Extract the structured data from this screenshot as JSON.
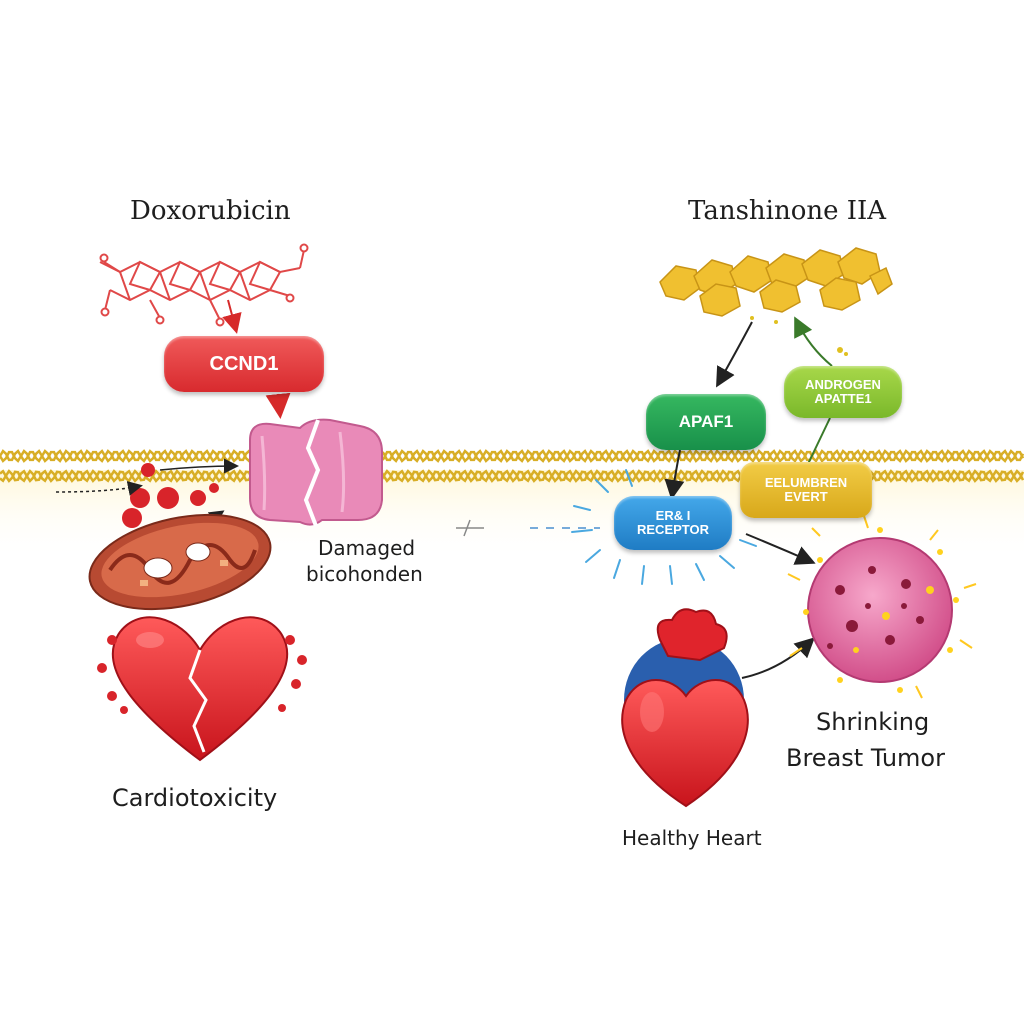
{
  "left": {
    "drug": "Doxorubicin",
    "gene": "CCND1",
    "damage_label_1": "Damaged",
    "damage_label_2": "bicohonden",
    "outcome": "Cardiotoxicity"
  },
  "right": {
    "drug": "Tanshinone IIA",
    "apaf1": "APAF1",
    "androgen_1": "ANDROGEN",
    "androgen_2": "APATTE1",
    "receptor_1": "ER& I",
    "receptor_2": "RECEPTOR",
    "yellow_1": "EELUMBREN",
    "yellow_2": "EVERT",
    "tumor_1": "Shrinking",
    "tumor_2": "Breast Tumor",
    "heart": "Healthy Heart"
  },
  "colors": {
    "doxorubicin_red": "#e8353a",
    "membrane_gold": "#e8c23c",
    "apaf1_green": "#22a04a",
    "androgen_green": "#8cc83a",
    "receptor_blue": "#2a8fd6",
    "yellow_box": "#e4b82a",
    "tumor_pink": "#e86aa0",
    "heart_red": "#e0242c",
    "protein_pink": "#e98ab8"
  }
}
